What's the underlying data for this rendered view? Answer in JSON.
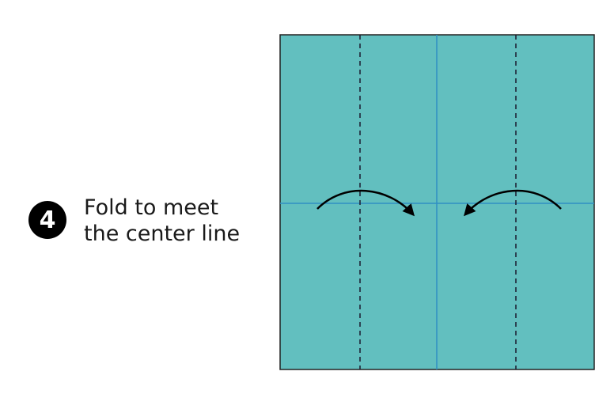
{
  "step": {
    "number": "4",
    "instruction_line1": "Fold to meet",
    "instruction_line2": "the center line"
  },
  "colors": {
    "paper": "#62bfbf",
    "paper_border": "#222222",
    "crease": "#2f8fc4",
    "fold_line": "#1a1a2e",
    "arrow": "#000000"
  },
  "icons": {
    "left_arrow": "curved-arrow-right-icon",
    "right_arrow": "curved-arrow-left-icon"
  }
}
